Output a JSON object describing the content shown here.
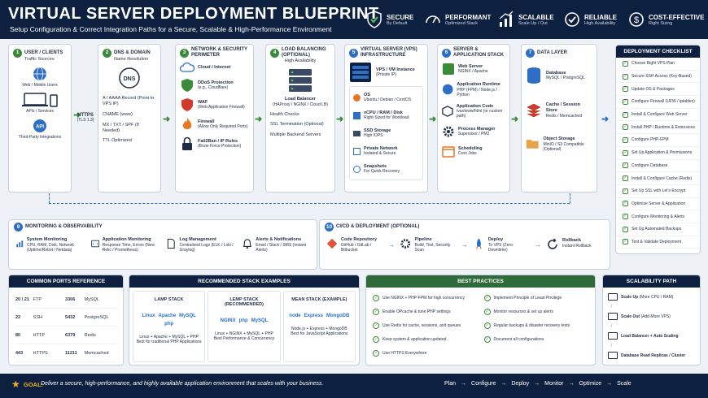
{
  "header": {
    "title": "VIRTUAL SERVER DEPLOYMENT BLUEPRINT",
    "subtitle": "Setup Configuration & Correct Integration Paths for a Secure, Scalable & High-Performance Environment",
    "badges": [
      {
        "title": "SECURE",
        "sub": "By Default",
        "icon": "shield-check-icon"
      },
      {
        "title": "PERFORMANT",
        "sub": "Optimized Stack",
        "icon": "gauge-icon"
      },
      {
        "title": "SCALABLE",
        "sub": "Scale Up / Out",
        "icon": "growth-icon"
      },
      {
        "title": "RELIABLE",
        "sub": "High Availability",
        "icon": "check-circle-icon"
      },
      {
        "title": "COST-EFFECTIVE",
        "sub": "Right Sizing",
        "icon": "coin-icon"
      }
    ]
  },
  "cols": {
    "c1": {
      "num": "1",
      "title": "USER / CLIENTS",
      "sub": "Traffic Sources",
      "items": [
        "Web / Mobile Users",
        "APIs / Services",
        "Third-Party Integrations"
      ],
      "api": "API"
    },
    "c2": {
      "num": "2",
      "title": "DNS & DOMAIN",
      "sub": "Name Resolution",
      "dns": "DNS",
      "items": [
        "A / AAAA Record (Point to VPS IP)",
        "CNAME (www)",
        "MX / TXT / SPF (If Needed)",
        "TTL Optimized"
      ]
    },
    "c3": {
      "num": "3",
      "title": "NETWORK & SECURITY PERIMETER",
      "items": [
        {
          "t": "Cloud / Internet",
          "s": ""
        },
        {
          "t": "DDoS Protection",
          "s": "(e.g., Cloudflare)"
        },
        {
          "t": "WAF",
          "s": "(Web Application Firewall)"
        },
        {
          "t": "Firewall",
          "s": "(Allow Only Required Ports)"
        },
        {
          "t": "Fail2Ban / IP Rules",
          "s": "(Brute Force Protection)"
        }
      ]
    },
    "c4": {
      "num": "4",
      "title": "LOAD BALANCING (OPTIONAL)",
      "sub": "High Availability",
      "lb": "Load Balancer",
      "lbsub": "(HAProxy / NGINX / Cloud LB)",
      "items": [
        "Health Checks",
        "SSL Termination (Optional)",
        "Multiple Backend Servers"
      ]
    },
    "c5": {
      "num": "5",
      "title": "VIRTUAL SERVER (VPS) INFRASTRUCTURE",
      "vm": "VPS / VM Instance",
      "vmsub": "(Private IP)",
      "items": [
        {
          "t": "OS",
          "s": "Ubuntu / Debian / CentOS"
        },
        {
          "t": "vCPU / RAM / Disk",
          "s": "Right-Sized for Workload"
        },
        {
          "t": "SSD Storage",
          "s": "High IOPS"
        },
        {
          "t": "Private Network",
          "s": "Isolated & Secure"
        },
        {
          "t": "Snapshots",
          "s": "For Quick Recovery"
        }
      ]
    },
    "c6": {
      "num": "6",
      "title": "SERVER & APPLICATION STACK",
      "items": [
        {
          "t": "Web Server",
          "s": "NGINX / Apache"
        },
        {
          "t": "Application Runtime",
          "s": "PHP (FPM) / Node.js / Python"
        },
        {
          "t": "Application Code",
          "s": "/var/www/html (or custom path)"
        },
        {
          "t": "Process Manager",
          "s": "Supervisor / PM2"
        },
        {
          "t": "Scheduling",
          "s": "Cron Jobs"
        }
      ]
    },
    "c7": {
      "num": "7",
      "title": "DATA LAYER",
      "items": [
        {
          "t": "Database",
          "s": "MySQL / PostgreSQL"
        },
        {
          "t": "Cache / Session Store",
          "s": "Redis / Memcached"
        },
        {
          "t": "Object Storage",
          "s": "MinIO / S3 Compatible (Optional)"
        }
      ]
    }
  },
  "https": {
    "label": "HTTPS",
    "sub": "(TLS 1.3)"
  },
  "checklist": {
    "title": "DEPLOYMENT CHECKLIST",
    "items": [
      "Choose Right VPS Plan",
      "Secure SSH Access (Key-Based)",
      "Update OS & Packages",
      "Configure Firewall (UFW / iptables)",
      "Install & Configure Web Server",
      "Install PHP / Runtime & Extensions",
      "Configure PHP-FPM",
      "Set Up Application & Permissions",
      "Configure Database",
      "Install & Configure Cache (Redis)",
      "Set Up SSL with Let's Encrypt",
      "Optimize Server & Application",
      "Configure Monitoring & Alerts",
      "Set Up Automated Backups",
      "Test & Validate Deployment"
    ]
  },
  "monitoring": {
    "num": "9",
    "title": "MONITORING & OBSERVABILITY",
    "items": [
      {
        "t": "System Monitoring",
        "s": "CPU, RAM, Disk, Network (Uptime/Robot / Netdata)"
      },
      {
        "t": "Application Monitoring",
        "s": "Response Time, Errors (New Relic / Prometheus)"
      },
      {
        "t": "Log Management",
        "s": "Centralized Logs (ELK / Loki / Graylog)"
      },
      {
        "t": "Alerts & Notifications",
        "s": "Email / Slack / SMS (Instant Alerts)"
      }
    ]
  },
  "cicd": {
    "num": "10",
    "title": "CI/CD & DEPLOYMENT (OPTIONAL)",
    "items": [
      {
        "t": "Code Repository",
        "s": "GitHub / GitLab / Bitbucket"
      },
      {
        "t": "Pipeline",
        "s": "Build, Test, Security Scan"
      },
      {
        "t": "Deploy",
        "s": "To VPS (Zero Downtime)"
      },
      {
        "t": "Rollback",
        "s": "Instant Rollback"
      }
    ]
  },
  "ports": {
    "title": "COMMON PORTS REFERENCE",
    "rows": [
      [
        "20 / 21",
        "FTP",
        "3306",
        "MySQL"
      ],
      [
        "22",
        "SSH",
        "5432",
        "PostgreSQL"
      ],
      [
        "80",
        "HTTP",
        "6379",
        "Redis"
      ],
      [
        "443",
        "HTTPS",
        "11211",
        "Memcached"
      ]
    ]
  },
  "stacks": {
    "title": "RECOMMENDED STACK EXAMPLES",
    "items": [
      {
        "t": "LAMP STACK",
        "d": "Linux + Apache + MySQL + PHP",
        "s": "Best for traditional PHP Applications",
        "logos": [
          "Linux",
          "Apache",
          "MySQL",
          "php"
        ]
      },
      {
        "t": "LEMP STACK (RECOMMENDED)",
        "d": "Linux + NGINX + MySQL + PHP",
        "s": "Best Performance & Concurrency",
        "logos": [
          "NGINX",
          "php",
          "MySQL"
        ]
      },
      {
        "t": "MEAN STACK (EXAMPLE)",
        "d": "Node.js + Express + MongoDB",
        "s": "Best for JavaScript Applications",
        "logos": [
          "node",
          "Express",
          "MongoDB"
        ]
      }
    ]
  },
  "best": {
    "title": "BEST PRACTICES",
    "left": [
      "Use NGINX + PHP-FPM for high concurrency",
      "Enable OPcache & tune PHP settings",
      "Use Redis for cache, sessions, and queues",
      "Keep system & application updated",
      "Use HTTPS Everywhere"
    ],
    "right": [
      "Implement Principle of Least Privilege",
      "Monitor resources & set up alerts",
      "Regular backups & disaster recovery tests",
      "Document all configurations"
    ]
  },
  "scal": {
    "title": "SCALABILITY PATH",
    "items": [
      {
        "t": "Scale Up",
        "s": "(More CPU / RAM)"
      },
      {
        "t": "Scale Out",
        "s": "(Add More VPS)"
      },
      {
        "t": "Load Balancer + Auto Scaling",
        "s": ""
      },
      {
        "t": "Database Read Replicas / Cluster",
        "s": ""
      }
    ]
  },
  "footer": {
    "goal_label": "GOAL:",
    "goal": "Deliver a secure, high-performance, and highly available application environment that scales with your business.",
    "flow": [
      "Plan",
      "Configure",
      "Deploy",
      "Monitor",
      "Optimize",
      "Scale"
    ]
  },
  "colors": {
    "navy": "#0d2040",
    "blue": "#2d6fc4",
    "green": "#3a8a3a",
    "orange": "#e87722",
    "red": "#d33a2c"
  }
}
